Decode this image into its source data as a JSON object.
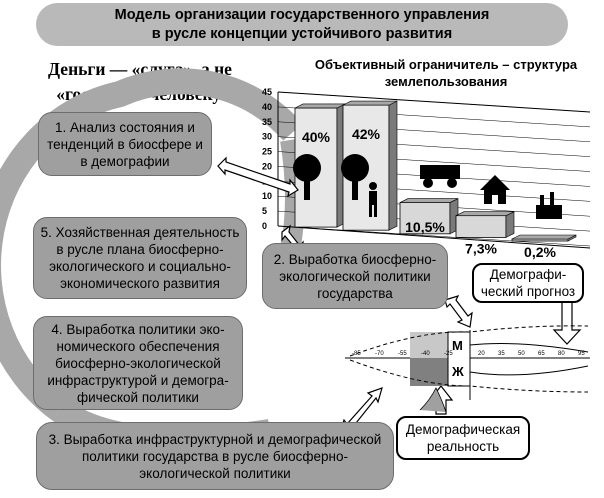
{
  "title": {
    "line1": "Модель организации государственного управления",
    "line2": "в русле концепции устойчивого развития"
  },
  "slogan": {
    "line1": "Деньги — «слуга», а не",
    "line2": "«господин» человеку."
  },
  "steps": [
    {
      "num": "1",
      "text": "1. Анализ состояния и тенденций в биосфере и в демографии"
    },
    {
      "num": "2",
      "text": "2. Выработка биосферно-экологичес­кой политики государства"
    },
    {
      "num": "3",
      "text": "3. Выработка инфраструктурной и демо­графической политики государства в русле биосферно-экологической политики"
    },
    {
      "num": "4",
      "text": "4. Выработка политики эко­номического обеспечения биосферно-экологической инфраструктурой и демогра­фической политики"
    },
    {
      "num": "5",
      "text": "5. Хозяйственная деятельность в русле плана биосферно-экологического и социально-экономического развития"
    }
  ],
  "land_chart": {
    "title": "Объективный ограничитель – структура землепользования",
    "ticks": [
      "45",
      "40",
      "35",
      "30",
      "25",
      "20",
      "15",
      "10",
      "5",
      "0"
    ]
  },
  "demo_forecast": "Демографи­ческий прогноз",
  "demo_reality": "Демографическая реальность",
  "pyramid": {
    "male": "М",
    "female": "Ж",
    "left_ticks": [
      "-85",
      "-70",
      "-55",
      "-40",
      "-25"
    ],
    "right_ticks": [
      "20",
      "35",
      "50",
      "65",
      "80",
      "95"
    ]
  },
  "chart_data": {
    "type": "bar",
    "categories": [
      "леса",
      "сельхозугодья",
      "пашня",
      "поселения",
      "промышленность"
    ],
    "values": [
      40,
      42,
      10.5,
      7.3,
      0.2
    ],
    "labels": [
      "40%",
      "42%",
      "10,5%",
      "7,3%",
      "0,2%"
    ],
    "ylim": [
      0,
      45
    ],
    "ticks": [
      0,
      5,
      10,
      15,
      20,
      25,
      30,
      35,
      40,
      45
    ]
  }
}
